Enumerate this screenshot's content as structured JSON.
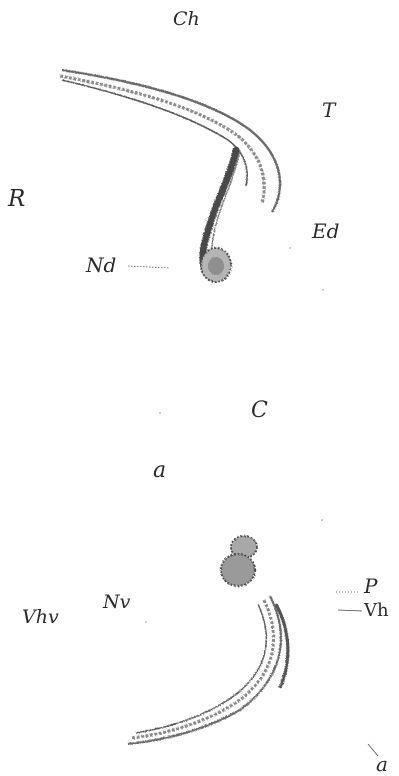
{
  "figure": {
    "labels": {
      "ch": "Ch",
      "t": "T",
      "r": "R",
      "ed": "Ed",
      "nd": "Nd",
      "c": "C",
      "a_top": "a",
      "nv": "Nv",
      "vhv": "Vhv",
      "p": "P",
      "vh": "Vh",
      "a_bottom": "a"
    },
    "colors": {
      "ink": "#2a2a2a",
      "tissue": "#5a5a5a",
      "tissue_light": "#9a9a9a",
      "paper": "#ffffff"
    }
  }
}
